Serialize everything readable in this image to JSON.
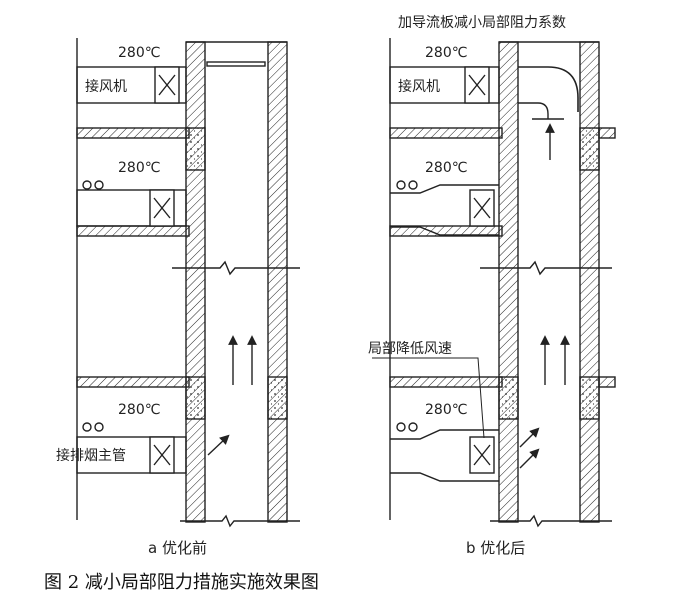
{
  "figure_caption": "图 2  减小局部阻力措施实施效果图",
  "panel_a": {
    "caption": "a  优化前",
    "temp_top": "280℃",
    "temp_mid": "280℃",
    "temp_bottom": "280℃",
    "fan_label": "接风机",
    "smoke_label": "接排烟主管"
  },
  "panel_b": {
    "caption": "b  优化后",
    "annotation_top": "加导流板减小局部阻力系数",
    "annotation_mid": "局部降低风速",
    "temp_top": "280℃",
    "temp_mid": "280℃",
    "temp_bottom": "280℃",
    "fan_label": "接风机"
  },
  "colors": {
    "ink": "#222222",
    "background": "#ffffff"
  }
}
